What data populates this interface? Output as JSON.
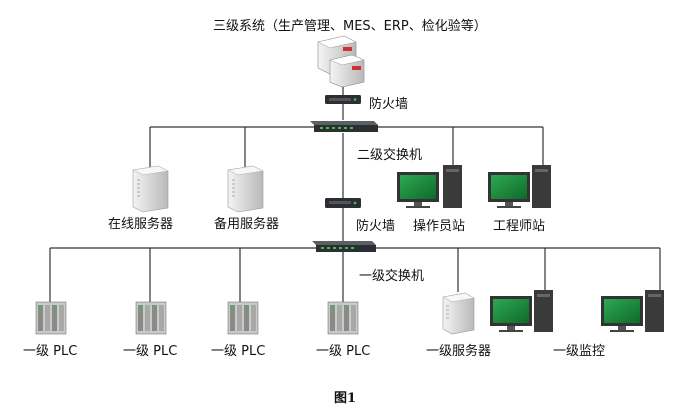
{
  "title": "三级系统（生产管理、MES、ERP、检化验等）",
  "firewall_top": "防火墙",
  "switch_level2": "二级交换机",
  "server_online": "在线服务器",
  "server_backup": "备用服务器",
  "firewall_mid": "防火墙",
  "operator_station": "操作员站",
  "engineer_station": "工程师站",
  "switch_level1": "一级交换机",
  "plc_labels": [
    "一级 PLC",
    "一级 PLC",
    "一级 PLC",
    "一级 PLC"
  ],
  "server_level1": "一级服务器",
  "monitor_level1": "一级监控",
  "caption": "图1",
  "colors": {
    "line": "#333333",
    "server_body": "#e6e6e6",
    "server_shadow": "#b9b9b9",
    "switch_body": "#2b2f33",
    "switch_led": "#3fbf3f",
    "monitor_screen": "#1f8f3f",
    "tower_body": "#3a3a3a",
    "top_server_accent": "#d03030"
  }
}
